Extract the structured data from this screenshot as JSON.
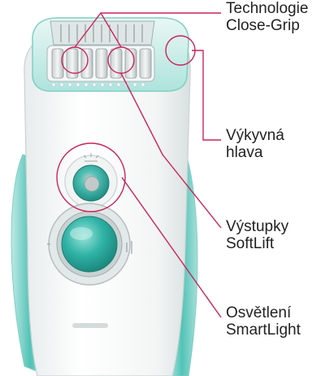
{
  "callouts": {
    "close_grip": {
      "line1": "Technologie",
      "line2": "Close-Grip"
    },
    "pivoting_head": {
      "line1": "Výkyvná",
      "line2": "hlava"
    },
    "softlift": {
      "line1": "Výstupky",
      "line2": "SoftLift"
    },
    "smartlight": {
      "line1": "Osvětlení",
      "line2": "SmartLight"
    }
  },
  "colors": {
    "callout_line": "#c8245a",
    "teal": "#3bb8ad",
    "body_white": "#f6f7f7"
  },
  "icons": [
    "epilator-device",
    "light-icon"
  ]
}
